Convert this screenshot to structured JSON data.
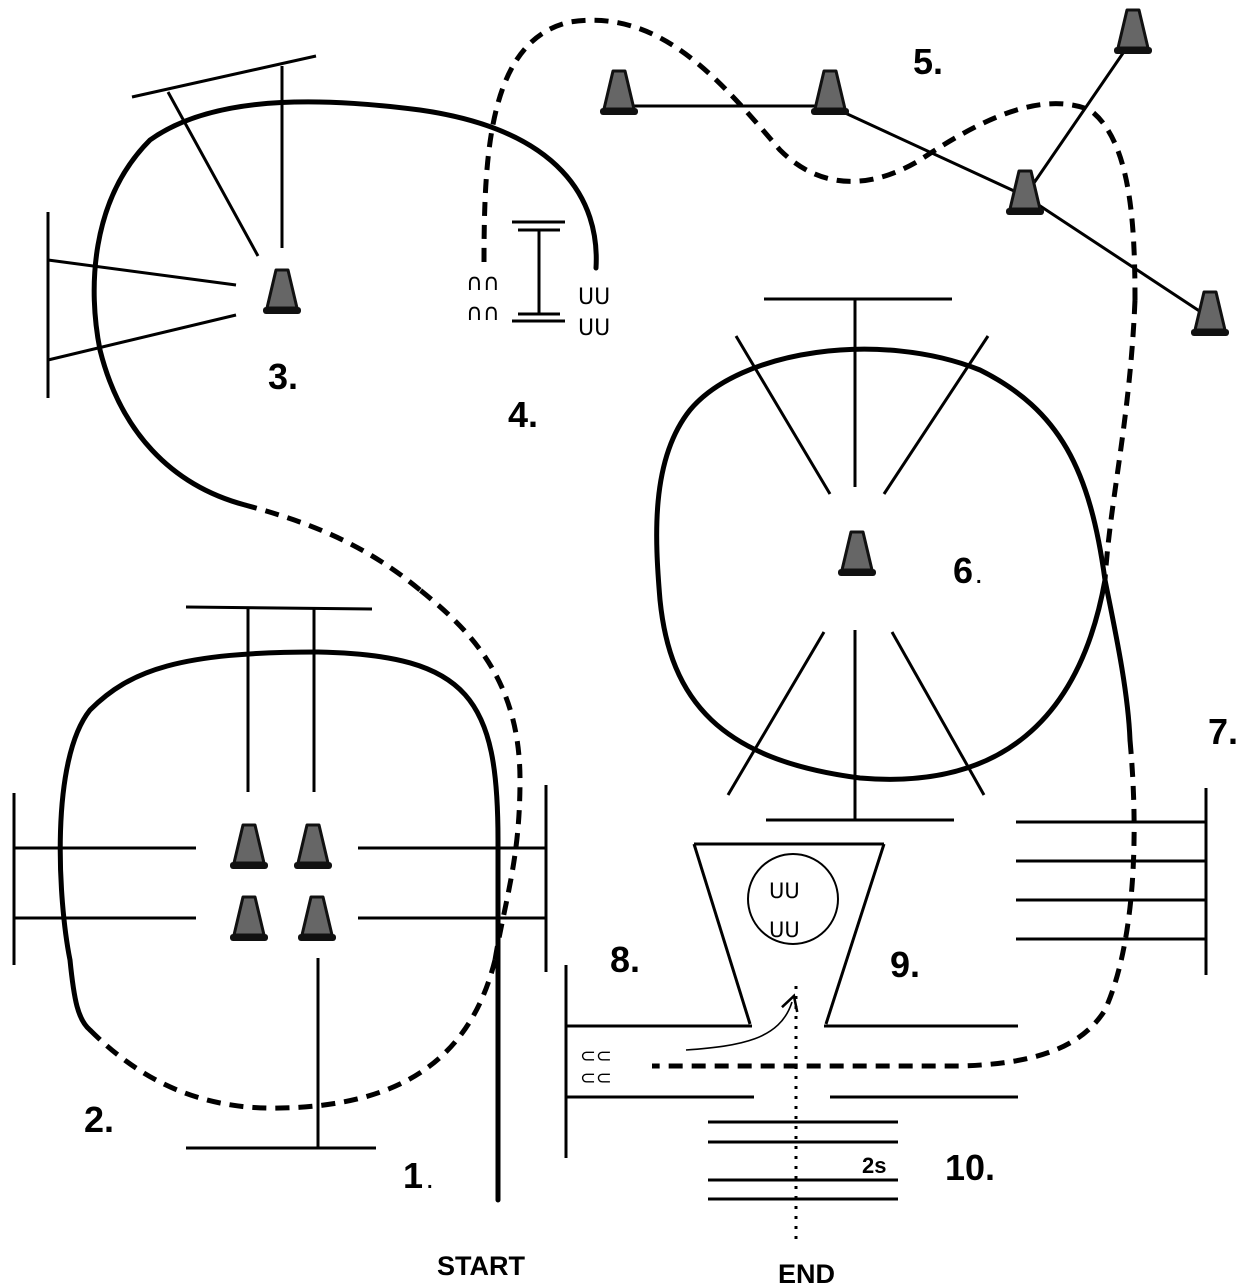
{
  "stations": {
    "s1": "1",
    "s1_dot": ".",
    "s2": "2.",
    "s3": "3.",
    "s4": "4.",
    "s5": "5.",
    "s6": "6",
    "s6_dot": ".",
    "s7": "7.",
    "s8": "8.",
    "s9": "9.",
    "s10": "10."
  },
  "start_label": "START",
  "end_label": "END",
  "timer_label": "2s",
  "footprints": {
    "s4_left_top": "∩∩",
    "s4_left_bottom": "∩∩",
    "s4_right_top": "UU",
    "s4_right_bottom": "UU",
    "s9_top": "UU",
    "s9_bottom": "UU",
    "s8_top": "⊂⊂",
    "s8_bottom": "⊂⊂"
  },
  "cone_icon": "traffic-cone-icon",
  "colors": {
    "line": "#000000",
    "cone_body": "#666666",
    "background": "#ffffff"
  }
}
